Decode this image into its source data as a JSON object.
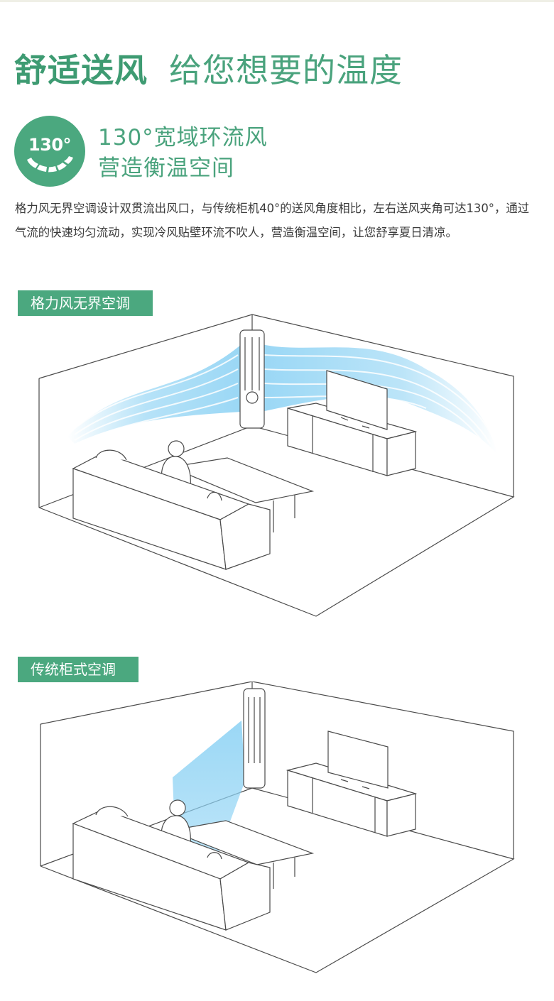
{
  "headline": {
    "bold": "舒适送风",
    "light": "给您想要的温度"
  },
  "badge": {
    "angle_label": "130°"
  },
  "feature": {
    "line1": "130°宽域环流风",
    "line2": "营造衡温空间"
  },
  "description": "格力风无界空调设计双贯流出风口，与传统柜机40°的送风角度相比，左右送风夹角可达130°，通过气流的快速均匀流动，实现冷风贴壁环流不吹人，营造衡温空间，让您舒享夏日清凉。",
  "sections": [
    {
      "label": "格力风无界空调"
    },
    {
      "label": "传统柜式空调"
    }
  ],
  "colors": {
    "brand_green": "#4ba87f",
    "airflow_blue": "#8fd3f4"
  }
}
